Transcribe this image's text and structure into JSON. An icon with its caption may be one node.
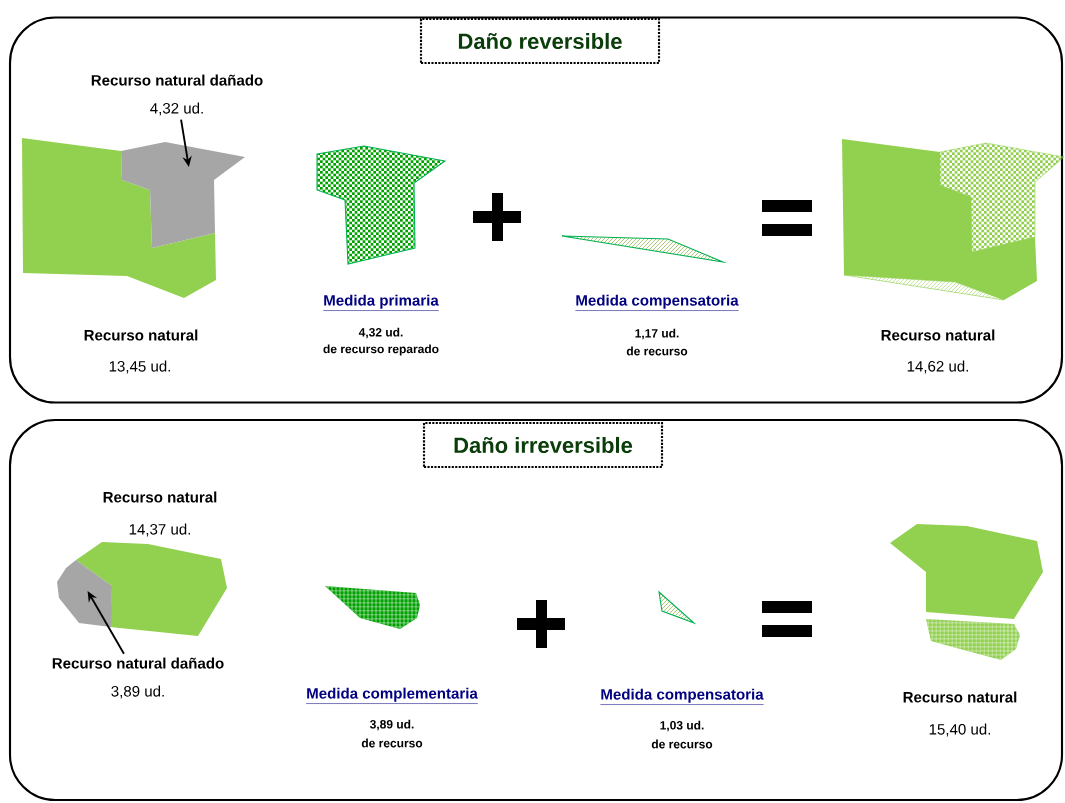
{
  "diagram": {
    "nodes": [
      {
        "text": [],
        "shape": "box"
      },
      {
        "text": [
          "Daño reversible"
        ],
        "in": 0
      },
      {
        "text": [
          "Recurso natural dañado",
          "4,32 ud."
        ],
        "in": 0
      },
      {
        "text": [],
        "shape": "picture",
        "in": 0
      },
      {
        "text": [],
        "shape": "box"
      },
      {
        "text": [
          "Daño irreversible"
        ],
        "in": 4
      },
      {
        "text": [
          "Recurso natural dañado",
          "3,89 ud."
        ],
        "in": 4
      },
      {
        "text": [],
        "shape": "picture",
        "in": 4
      }
    ],
    "edges": [
      {
        "from": 2,
        "to": 3,
        "arrow": "to"
      },
      {
        "from": 6,
        "to": 7,
        "arrow": "to"
      }
    ],
    "labels": [
      "Recurso natural",
      "13,45 ud.",
      "Medida primaria",
      "4,32 ud.",
      "de recurso reparado",
      "Medida compensatoria",
      "1,17 ud.",
      "de recurso",
      "Recurso natural",
      "14,62 ud.",
      "Recurso natural",
      "14,37 ud.",
      "Medida complementaria",
      "3,89 ud.",
      "de recurso",
      "Medida compensatoria",
      "1,03 ud.",
      "de recurso",
      "Recurso natural",
      "15,40 ud."
    ]
  }
}
